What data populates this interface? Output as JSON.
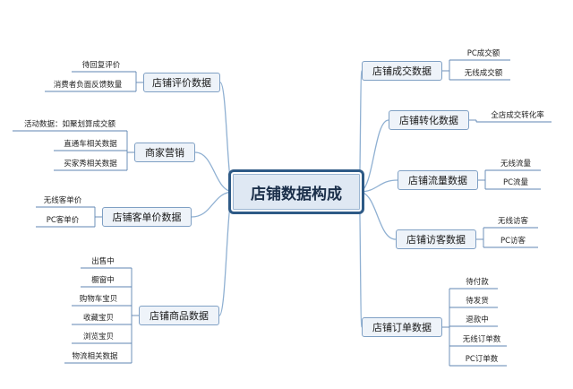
{
  "center": "店铺数据构成",
  "left": [
    {
      "label": "店铺评价数据",
      "leaves": [
        "待回复评价",
        "消费者负面反馈数量"
      ]
    },
    {
      "label": "商家营销",
      "leaves": [
        "活动数据：如聚划算成交额",
        "直通车相关数据",
        "买家秀相关数据"
      ]
    },
    {
      "label": "店铺客单价数据",
      "leaves": [
        "无线客单价",
        "PC客单价"
      ]
    },
    {
      "label": "店铺商品数据",
      "leaves": [
        "出售中",
        "橱窗中",
        "购物车宝贝",
        "收藏宝贝",
        "浏览宝贝",
        "物流相关数据"
      ]
    }
  ],
  "right": [
    {
      "label": "店铺成交数据",
      "leaves": [
        "PC成交额",
        "无线成交额"
      ]
    },
    {
      "label": "店铺转化数据",
      "leaves": [
        "全店成交转化率"
      ]
    },
    {
      "label": "店铺流量数据",
      "leaves": [
        "无线流量",
        "PC流量"
      ]
    },
    {
      "label": "店铺访客数据",
      "leaves": [
        "无线访客",
        "PC访客"
      ]
    },
    {
      "label": "店铺订单数据",
      "leaves": [
        "待付款",
        "待发货",
        "退款中",
        "无线订单数",
        "PC订单数"
      ]
    }
  ],
  "colors": {
    "line": "#8fb0d2",
    "leaf_underline": "#5f86b3",
    "main_border": "#7fa0c4",
    "center_border": "#2e5a86"
  }
}
